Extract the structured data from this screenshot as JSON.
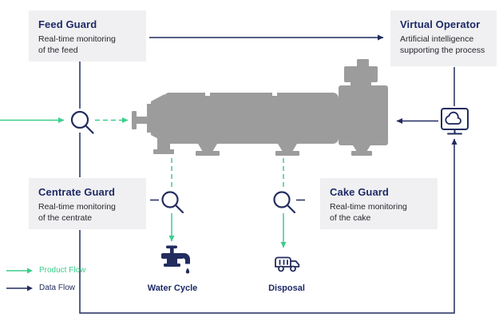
{
  "nodes": {
    "feed_guard": {
      "title": "Feed Guard",
      "desc_lines": [
        "Real-time monitoring",
        "of the feed"
      ]
    },
    "virtual_operator": {
      "title": "Virtual Operator",
      "desc_lines": [
        "Artificial intelligence",
        "supporting the process"
      ]
    },
    "centrate_guard": {
      "title": "Centrate Guard",
      "desc_lines": [
        "Real-time monitoring",
        "of the centrate"
      ]
    },
    "cake_guard": {
      "title": "Cake Guard",
      "desc_lines": [
        "Real-time monitoring",
        "of the cake"
      ]
    }
  },
  "outputs": {
    "water_cycle": {
      "label": "Water Cycle",
      "icon": "faucet-drip-icon"
    },
    "disposal": {
      "label": "Disposal",
      "icon": "garbage-truck-icon"
    }
  },
  "machine": {
    "icon": "decanter-centrifuge-silhouette"
  },
  "monitor_icons": {
    "feed": "magnifier-icon",
    "centrate": "magnifier-icon",
    "cake": "magnifier-icon",
    "virtual_operator": "monitor-cloud-icon"
  },
  "legend": {
    "product_flow": "Product Flow",
    "data_flow": "Data Flow"
  },
  "flows": {
    "product": [
      "feed-in → machine",
      "machine → water-cycle",
      "machine → disposal"
    ],
    "data": [
      "feed-guard → virtual-operator",
      "guards → virtual-operator via bottom loop",
      "virtual-operator monitor → machine"
    ]
  },
  "colors": {
    "navy": "#222c5f",
    "green": "#3bce8b",
    "box_background": "#f0f0f2",
    "machine_gray": "#9c9c9c"
  }
}
